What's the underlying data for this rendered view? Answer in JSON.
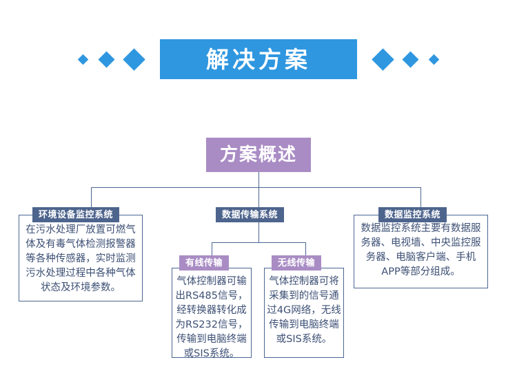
{
  "banner": {
    "title": "解决方案",
    "accent_color": "#2f97e0",
    "diamonds_left": [
      "small",
      "medium",
      "large"
    ],
    "diamonds_right": [
      "large",
      "medium",
      "small"
    ]
  },
  "overview": {
    "title": "方案概述",
    "color": "#a98cc4"
  },
  "nodes": {
    "env": {
      "header": "环境设备监控系统",
      "header_color": "#4d648d",
      "body": "在污水处理厂放置可燃气体及有毒气体检测报警器等各种传感器，实时监测污水处理过程中各种气体状态及环境参数。"
    },
    "transmission": {
      "header": "数据传输系统",
      "header_color": "#4d648d"
    },
    "wired": {
      "header": "有线传输",
      "header_color": "#a98cc4",
      "body": "气体控制器可输出RS485信号，经转换器转化成为RS232信号，传输到电脑终端或SIS系统。"
    },
    "wireless": {
      "header": "无线传输",
      "header_color": "#a98cc4",
      "body": "气体控制器可将采集到的信号通过4G网络，无线传输到电脑终端或SIS系统。"
    },
    "monitoring": {
      "header": "数据监控系统",
      "header_color": "#4d648d",
      "body": "数据监控系统主要有数据服务器、电视墙、中央监控服务器、电脑客户端、手机APP等部分组成。"
    }
  },
  "connector_color": "#4a6591"
}
